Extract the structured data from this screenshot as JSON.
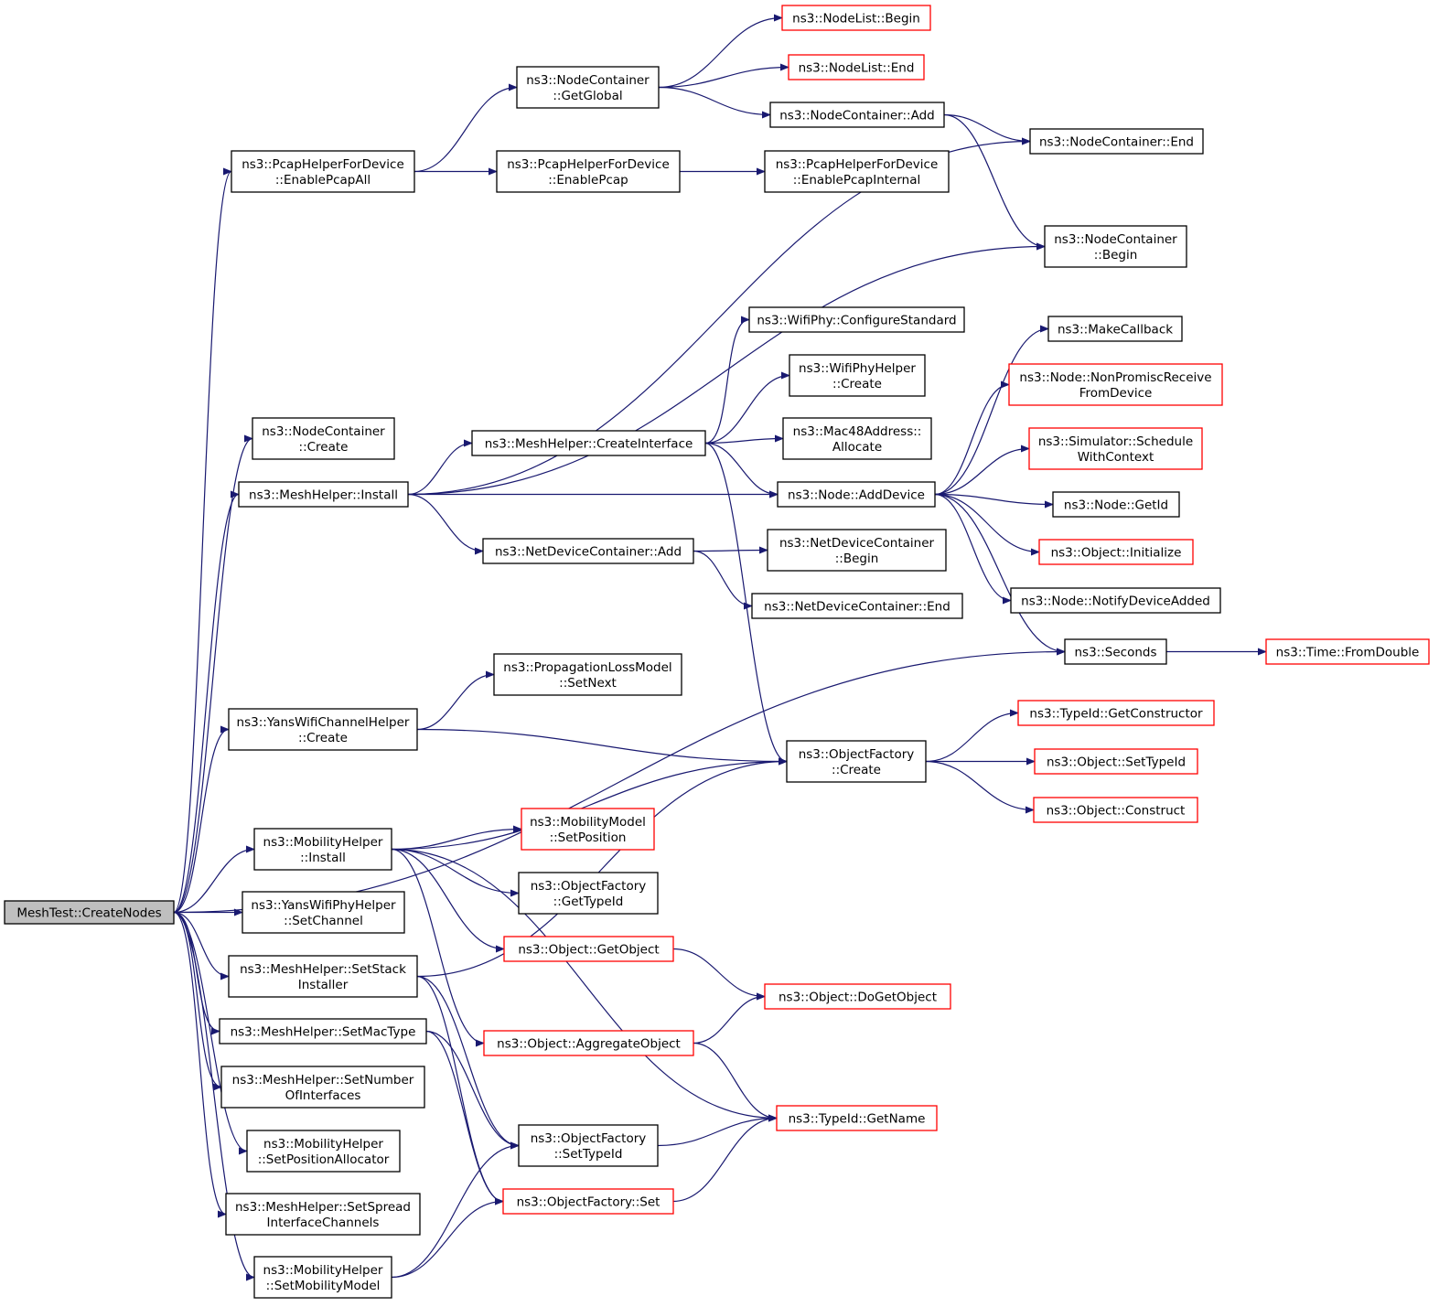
{
  "colors": {
    "edge": "#191970",
    "box_normal": "#000000",
    "box_truncated": "#ff0000",
    "root_fill": "#bfbfbf",
    "node_fill": "#ffffff",
    "text": "#000000"
  },
  "nodes": {
    "root": {
      "lines": [
        "MeshTest::CreateNodes"
      ],
      "style": "root"
    },
    "pcapAll": {
      "lines": [
        "ns3::PcapHelperForDevice",
        "::EnablePcapAll"
      ],
      "style": "normal"
    },
    "ncCreate": {
      "lines": [
        "ns3::NodeContainer",
        "::Create"
      ],
      "style": "normal"
    },
    "mhInstall": {
      "lines": [
        "ns3::MeshHelper::Install"
      ],
      "style": "normal"
    },
    "yansChCreate": {
      "lines": [
        "ns3::YansWifiChannelHelper",
        "::Create"
      ],
      "style": "normal"
    },
    "mobInstall": {
      "lines": [
        "ns3::MobilityHelper",
        "::Install"
      ],
      "style": "normal"
    },
    "yansPhySetCh": {
      "lines": [
        "ns3::YansWifiPhyHelper",
        "::SetChannel"
      ],
      "style": "normal"
    },
    "mhSetStack": {
      "lines": [
        "ns3::MeshHelper::SetStack",
        "Installer"
      ],
      "style": "normal"
    },
    "mhSetMac": {
      "lines": [
        "ns3::MeshHelper::SetMacType"
      ],
      "style": "normal"
    },
    "mhSetNum": {
      "lines": [
        "ns3::MeshHelper::SetNumber",
        "OfInterfaces"
      ],
      "style": "normal"
    },
    "mobSetPos": {
      "lines": [
        "ns3::MobilityHelper",
        "::SetPositionAllocator"
      ],
      "style": "normal"
    },
    "mhSetSpread": {
      "lines": [
        "ns3::MeshHelper::SetSpread",
        "InterfaceChannels"
      ],
      "style": "normal"
    },
    "mobSetModel": {
      "lines": [
        "ns3::MobilityHelper",
        "::SetMobilityModel"
      ],
      "style": "normal"
    },
    "ncGetGlobal": {
      "lines": [
        "ns3::NodeContainer",
        "::GetGlobal"
      ],
      "style": "normal"
    },
    "pcapEnable": {
      "lines": [
        "ns3::PcapHelperForDevice",
        "::EnablePcap"
      ],
      "style": "normal"
    },
    "mhCreateIf": {
      "lines": [
        "ns3::MeshHelper::CreateInterface"
      ],
      "style": "normal"
    },
    "ndcAdd": {
      "lines": [
        "ns3::NetDeviceContainer::Add"
      ],
      "style": "normal"
    },
    "propSetNext": {
      "lines": [
        "ns3::PropagationLossModel",
        "::SetNext"
      ],
      "style": "normal"
    },
    "mmSetPos": {
      "lines": [
        "ns3::MobilityModel",
        "::SetPosition"
      ],
      "style": "truncated"
    },
    "ofGetTypeId": {
      "lines": [
        "ns3::ObjectFactory",
        "::GetTypeId"
      ],
      "style": "normal"
    },
    "objGetObject": {
      "lines": [
        "ns3::Object::GetObject"
      ],
      "style": "truncated"
    },
    "objAggregate": {
      "lines": [
        "ns3::Object::AggregateObject"
      ],
      "style": "truncated"
    },
    "ofSetTypeId": {
      "lines": [
        "ns3::ObjectFactory",
        "::SetTypeId"
      ],
      "style": "normal"
    },
    "ofSet": {
      "lines": [
        "ns3::ObjectFactory::Set"
      ],
      "style": "truncated"
    },
    "nlBegin": {
      "lines": [
        "ns3::NodeList::Begin"
      ],
      "style": "truncated"
    },
    "nlEnd": {
      "lines": [
        "ns3::NodeList::End"
      ],
      "style": "truncated"
    },
    "ncAdd": {
      "lines": [
        "ns3::NodeContainer::Add"
      ],
      "style": "normal"
    },
    "pcapInternal": {
      "lines": [
        "ns3::PcapHelperForDevice",
        "::EnablePcapInternal"
      ],
      "style": "normal"
    },
    "wpConfigure": {
      "lines": [
        "ns3::WifiPhy::ConfigureStandard"
      ],
      "style": "normal"
    },
    "wphCreate": {
      "lines": [
        "ns3::WifiPhyHelper",
        "::Create"
      ],
      "style": "normal"
    },
    "macAlloc": {
      "lines": [
        "ns3::Mac48Address::",
        "Allocate"
      ],
      "style": "normal"
    },
    "nodeAddDev": {
      "lines": [
        "ns3::Node::AddDevice"
      ],
      "style": "normal"
    },
    "ndcBegin": {
      "lines": [
        "ns3::NetDeviceContainer",
        "::Begin"
      ],
      "style": "normal"
    },
    "ndcEnd": {
      "lines": [
        "ns3::NetDeviceContainer::End"
      ],
      "style": "normal"
    },
    "ofCreate": {
      "lines": [
        "ns3::ObjectFactory",
        "::Create"
      ],
      "style": "normal"
    },
    "objDoGet": {
      "lines": [
        "ns3::Object::DoGetObject"
      ],
      "style": "truncated"
    },
    "tidGetName": {
      "lines": [
        "ns3::TypeId::GetName"
      ],
      "style": "truncated"
    },
    "ncEnd": {
      "lines": [
        "ns3::NodeContainer::End"
      ],
      "style": "normal"
    },
    "ncBegin": {
      "lines": [
        "ns3::NodeContainer",
        "::Begin"
      ],
      "style": "normal"
    },
    "makeCb": {
      "lines": [
        "ns3::MakeCallback"
      ],
      "style": "normal"
    },
    "nodeNonProm": {
      "lines": [
        "ns3::Node::NonPromiscReceive",
        "FromDevice"
      ],
      "style": "truncated"
    },
    "simSched": {
      "lines": [
        "ns3::Simulator::Schedule",
        "WithContext"
      ],
      "style": "truncated"
    },
    "nodeGetId": {
      "lines": [
        "ns3::Node::GetId"
      ],
      "style": "normal"
    },
    "objInit": {
      "lines": [
        "ns3::Object::Initialize"
      ],
      "style": "truncated"
    },
    "nodeNotify": {
      "lines": [
        "ns3::Node::NotifyDeviceAdded"
      ],
      "style": "normal"
    },
    "seconds": {
      "lines": [
        "ns3::Seconds"
      ],
      "style": "normal"
    },
    "timeFromDouble": {
      "lines": [
        "ns3::Time::FromDouble"
      ],
      "style": "truncated"
    },
    "tidGetCtor": {
      "lines": [
        "ns3::TypeId::GetConstructor"
      ],
      "style": "truncated"
    },
    "objSetTypeId": {
      "lines": [
        "ns3::Object::SetTypeId"
      ],
      "style": "truncated"
    },
    "objConstruct": {
      "lines": [
        "ns3::Object::Construct"
      ],
      "style": "truncated"
    }
  },
  "edges": [
    [
      "root",
      "pcapAll"
    ],
    [
      "root",
      "ncCreate"
    ],
    [
      "root",
      "mhInstall"
    ],
    [
      "root",
      "seconds"
    ],
    [
      "root",
      "yansChCreate"
    ],
    [
      "root",
      "mobInstall"
    ],
    [
      "root",
      "yansPhySetCh"
    ],
    [
      "root",
      "mhSetStack"
    ],
    [
      "root",
      "mhSetMac"
    ],
    [
      "root",
      "mhSetNum"
    ],
    [
      "root",
      "mobSetPos"
    ],
    [
      "root",
      "mhSetSpread"
    ],
    [
      "root",
      "mobSetModel"
    ],
    [
      "pcapAll",
      "ncGetGlobal"
    ],
    [
      "pcapAll",
      "pcapEnable"
    ],
    [
      "ncGetGlobal",
      "nlBegin"
    ],
    [
      "ncGetGlobal",
      "nlEnd"
    ],
    [
      "ncGetGlobal",
      "ncAdd"
    ],
    [
      "ncAdd",
      "ncEnd"
    ],
    [
      "ncAdd",
      "ncBegin"
    ],
    [
      "pcapEnable",
      "pcapInternal"
    ],
    [
      "mhInstall",
      "ncEnd"
    ],
    [
      "mhInstall",
      "ncBegin"
    ],
    [
      "mhInstall",
      "mhCreateIf"
    ],
    [
      "mhInstall",
      "nodeAddDev"
    ],
    [
      "mhInstall",
      "ndcAdd"
    ],
    [
      "mhCreateIf",
      "wpConfigure"
    ],
    [
      "mhCreateIf",
      "wphCreate"
    ],
    [
      "mhCreateIf",
      "macAlloc"
    ],
    [
      "mhCreateIf",
      "nodeAddDev"
    ],
    [
      "mhCreateIf",
      "ofCreate"
    ],
    [
      "nodeAddDev",
      "makeCb"
    ],
    [
      "nodeAddDev",
      "nodeNonProm"
    ],
    [
      "nodeAddDev",
      "simSched"
    ],
    [
      "nodeAddDev",
      "nodeGetId"
    ],
    [
      "nodeAddDev",
      "objInit"
    ],
    [
      "nodeAddDev",
      "nodeNotify"
    ],
    [
      "nodeAddDev",
      "seconds"
    ],
    [
      "ndcAdd",
      "ndcBegin"
    ],
    [
      "ndcAdd",
      "ndcEnd"
    ],
    [
      "seconds",
      "timeFromDouble"
    ],
    [
      "yansChCreate",
      "propSetNext"
    ],
    [
      "yansChCreate",
      "ofCreate"
    ],
    [
      "ofCreate",
      "tidGetCtor"
    ],
    [
      "ofCreate",
      "objSetTypeId"
    ],
    [
      "ofCreate",
      "objConstruct"
    ],
    [
      "mobInstall",
      "ofCreate"
    ],
    [
      "mobInstall",
      "mmSetPos"
    ],
    [
      "mobInstall",
      "ofGetTypeId"
    ],
    [
      "mobInstall",
      "objGetObject"
    ],
    [
      "mobInstall",
      "objAggregate"
    ],
    [
      "mobInstall",
      "tidGetName"
    ],
    [
      "objGetObject",
      "objDoGet"
    ],
    [
      "objAggregate",
      "objDoGet"
    ],
    [
      "objAggregate",
      "tidGetName"
    ],
    [
      "mhSetStack",
      "ofCreate"
    ],
    [
      "mhSetStack",
      "ofSetTypeId"
    ],
    [
      "mhSetStack",
      "ofSet"
    ],
    [
      "mhSetMac",
      "ofSetTypeId"
    ],
    [
      "mhSetMac",
      "ofSet"
    ],
    [
      "ofSetTypeId",
      "tidGetName"
    ],
    [
      "ofSet",
      "tidGetName"
    ],
    [
      "mobSetModel",
      "ofSetTypeId"
    ],
    [
      "mobSetModel",
      "ofSet"
    ]
  ]
}
